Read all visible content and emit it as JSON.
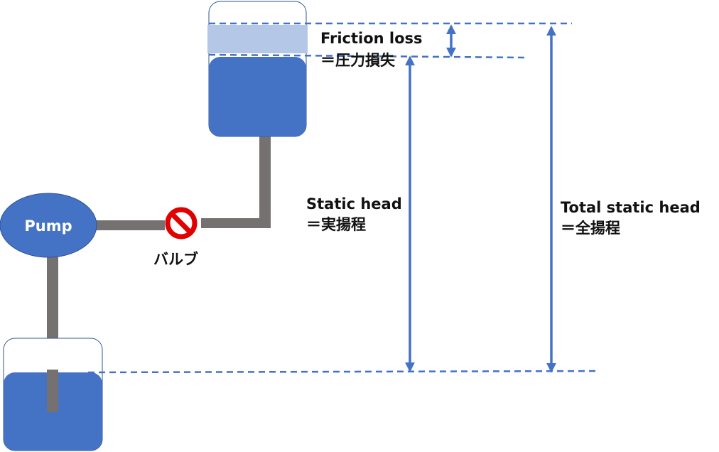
{
  "colors": {
    "water": "#4472c4",
    "friction_band": "#b4c7e7",
    "tank_outline": "#2f5597",
    "pipe": "#767171",
    "valve_red": "#e00000",
    "dimension_line": "#4472c4",
    "text": "#111111"
  },
  "labels": {
    "pump": "Pump",
    "valve": "バルブ",
    "friction_loss_en": "Friction loss",
    "friction_loss_jp": "＝圧力損失",
    "static_head_en": "Static head",
    "static_head_jp": "＝実揚程",
    "total_static_head_en": "Total static head",
    "total_static_head_jp": "＝全揚程"
  },
  "icons": {
    "valve": "prohibited-valve-icon",
    "arrows": "double-headed-arrow-icon"
  }
}
